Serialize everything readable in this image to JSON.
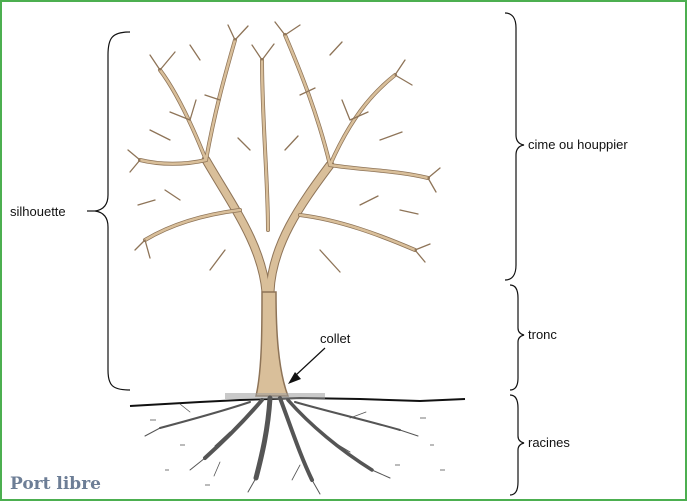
{
  "labels": {
    "silhouette": "silhouette",
    "crown": "cime ou houppier",
    "trunk": "tronc",
    "collar": "collet",
    "roots": "racines"
  },
  "caption": "Port libre",
  "colors": {
    "frame": "#4caf50",
    "bark_light": "#d9bf9a",
    "bark_dark": "#8e7458",
    "root": "#555555",
    "caption": "#6d7e96"
  }
}
